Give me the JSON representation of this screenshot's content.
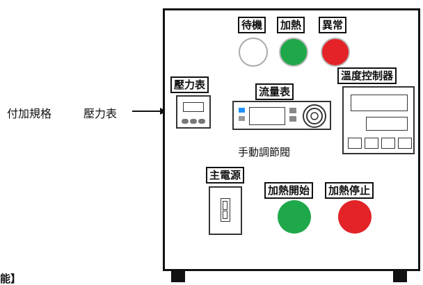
{
  "left": {
    "spec_label": "付加規格",
    "spec_item": "壓力表"
  },
  "lamps": {
    "standby": {
      "label": "待機",
      "color": "#ffffff"
    },
    "heating": {
      "label": "加熱",
      "color": "#1fa84a"
    },
    "fault": {
      "label": "異常",
      "color": "#e32328"
    }
  },
  "devices": {
    "pressure_gauge": {
      "label": "壓力表"
    },
    "flow_meter": {
      "label": "流量表"
    },
    "temp_controller": {
      "label": "溫度控制器"
    },
    "manual_valve": {
      "label": "手動調節閥"
    }
  },
  "power": {
    "label": "主電源"
  },
  "buttons": {
    "start": {
      "label": "加熱開始",
      "color": "#1fa84a"
    },
    "stop": {
      "label": "加熱停止",
      "color": "#e32328"
    }
  },
  "corner_text": "能】"
}
